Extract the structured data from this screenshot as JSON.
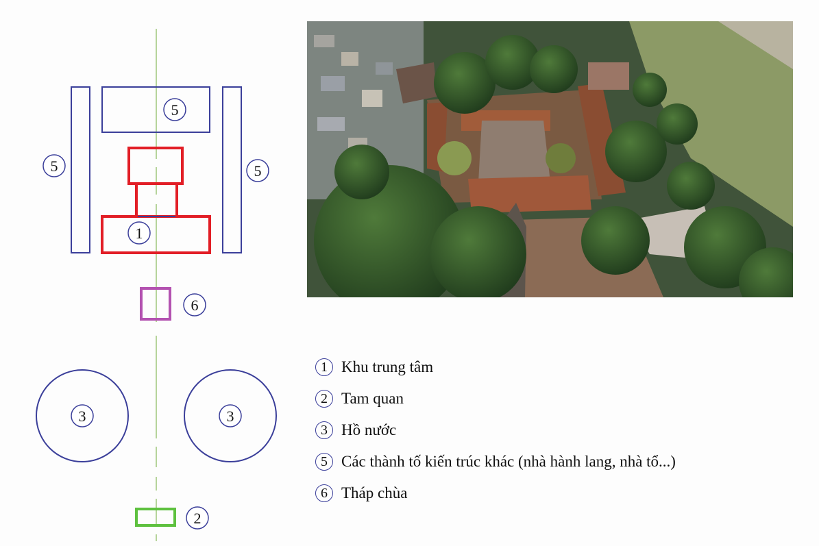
{
  "plan_labels": {
    "courtyard_top": "5",
    "courtyard_left": "5",
    "courtyard_right": "5",
    "central": "1",
    "tower": "6",
    "pond_left": "3",
    "pond_right": "3",
    "gate": "2"
  },
  "legend": [
    {
      "num": "1",
      "text": "Khu trung tâm"
    },
    {
      "num": "2",
      "text": "Tam quan"
    },
    {
      "num": "3",
      "text": "Hồ nước"
    },
    {
      "num": "5",
      "text": "Các thành tố kiến trúc khác (nhà hành lang, nhà tổ...)"
    },
    {
      "num": "6",
      "text": "Tháp chùa"
    }
  ],
  "colors": {
    "axis": "#b6d49a",
    "blue_outline": "#3b3f9a",
    "red_outline": "#e21e26",
    "magenta_outline": "#b352b0",
    "green_outline": "#5ec13f"
  }
}
